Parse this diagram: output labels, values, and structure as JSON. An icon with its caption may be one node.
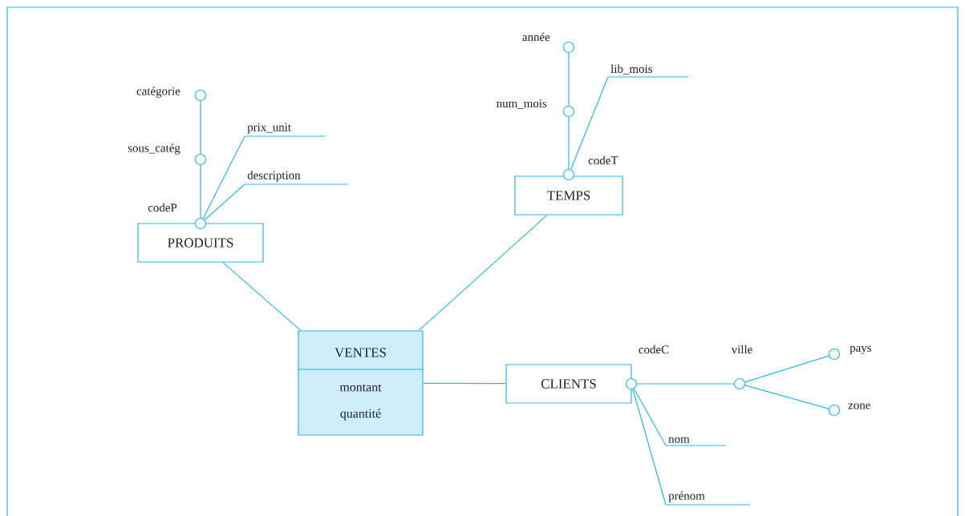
{
  "diagram": {
    "nodes": [
      {
        "text": [
          "PRODUITS"
        ]
      },
      {
        "text": [
          "TEMPS"
        ]
      },
      {
        "text": [
          "VENTES",
          "montant quantité"
        ]
      },
      {
        "text": [
          "CLIENTS"
        ]
      },
      {
        "text": [
          "codeP"
        ]
      },
      {
        "text": [
          "sous_catég"
        ]
      },
      {
        "text": [
          "catégorie"
        ]
      },
      {
        "text": [
          "prix_unit"
        ]
      },
      {
        "text": [
          "description"
        ]
      },
      {
        "text": [
          "codeT"
        ]
      },
      {
        "text": [
          "num_mois"
        ]
      },
      {
        "text": [
          "année"
        ]
      },
      {
        "text": [
          "lib_mois"
        ]
      },
      {
        "text": [
          "codeC"
        ]
      },
      {
        "text": [
          "ville"
        ]
      },
      {
        "text": [
          "pays"
        ]
      },
      {
        "text": [
          "zone"
        ]
      },
      {
        "text": [
          "nom"
        ]
      },
      {
        "text": [
          "prénom"
        ]
      }
    ],
    "edges": [
      {
        "from": 0,
        "to": 2,
        "arrow": "none"
      },
      {
        "from": 1,
        "to": 2,
        "arrow": "none"
      },
      {
        "from": 2,
        "to": 3,
        "arrow": "none"
      },
      {
        "from": 4,
        "to": 5,
        "arrow": "none"
      },
      {
        "from": 5,
        "to": 6,
        "arrow": "none"
      },
      {
        "from": 4,
        "to": 7,
        "arrow": "none"
      },
      {
        "from": 4,
        "to": 8,
        "arrow": "none"
      },
      {
        "from": 9,
        "to": 10,
        "arrow": "none"
      },
      {
        "from": 10,
        "to": 11,
        "arrow": "none"
      },
      {
        "from": 9,
        "to": 12,
        "arrow": "none"
      },
      {
        "from": 13,
        "to": 14,
        "arrow": "none"
      },
      {
        "from": 14,
        "to": 15,
        "arrow": "none"
      },
      {
        "from": 14,
        "to": 16,
        "arrow": "none"
      },
      {
        "from": 13,
        "to": 17,
        "arrow": "none"
      },
      {
        "from": 13,
        "to": 18,
        "arrow": "none"
      }
    ]
  }
}
